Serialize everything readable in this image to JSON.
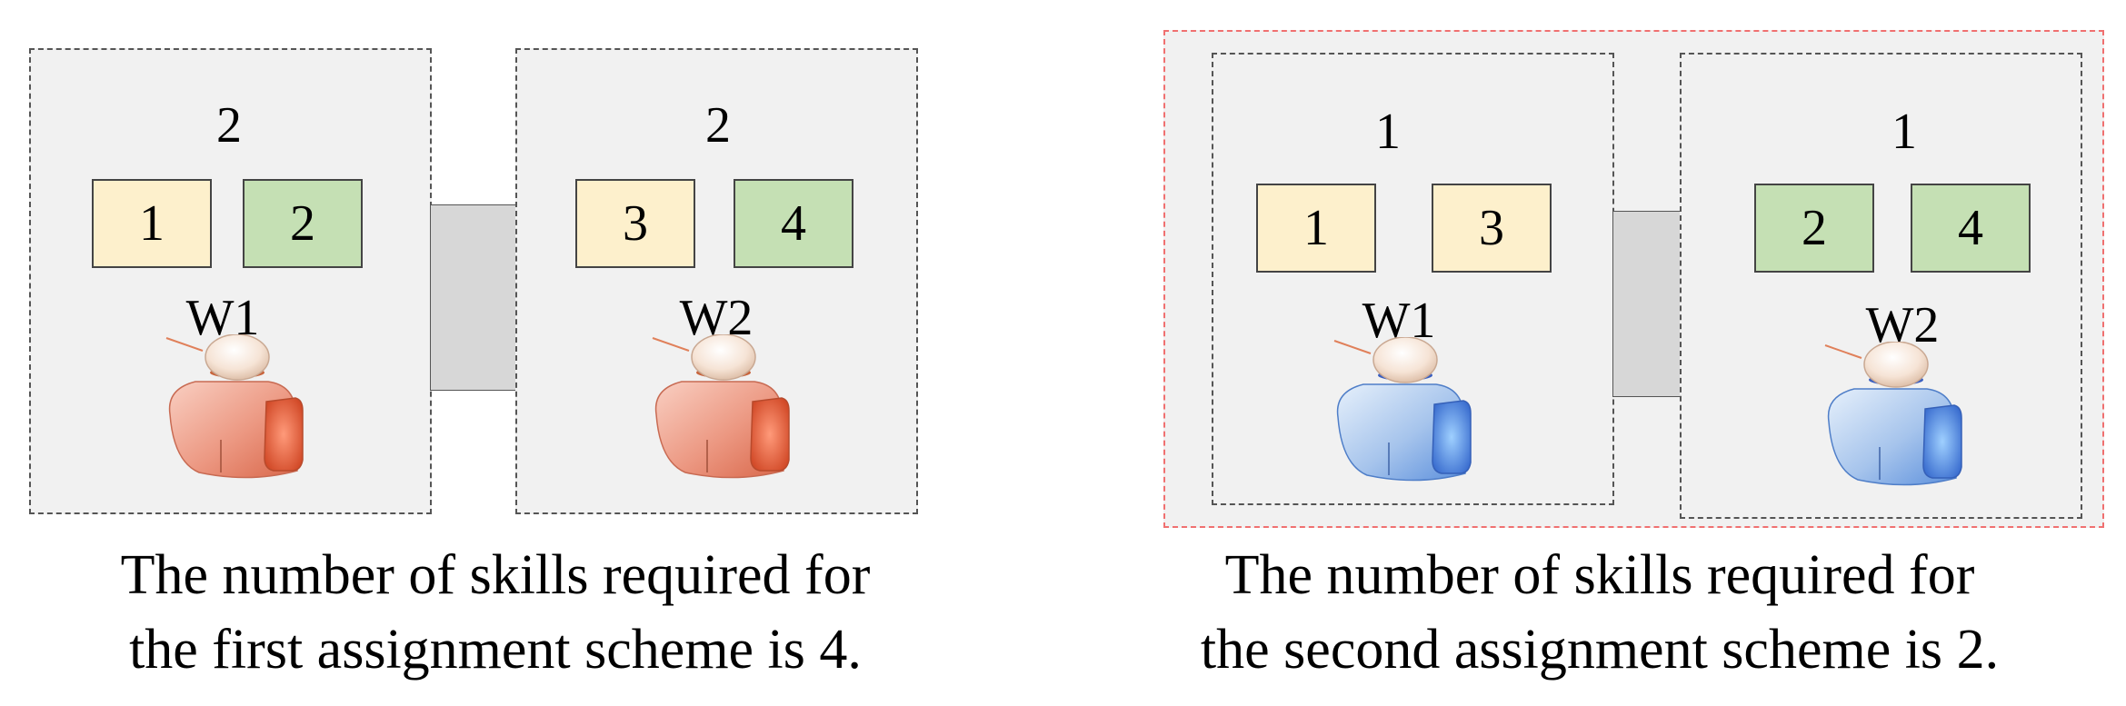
{
  "colors": {
    "skill_yellow": "#fdf0cc",
    "skill_green": "#c5e0b4",
    "worker_red": "#e07050",
    "worker_blue": "#5b8fdc",
    "highlight_border": "#f07070"
  },
  "scheme1": {
    "stations": [
      {
        "count": "2",
        "skills": [
          "1",
          "2"
        ],
        "worker": "W1"
      },
      {
        "count": "2",
        "skills": [
          "3",
          "4"
        ],
        "worker": "W2"
      }
    ],
    "caption_line1": "The number of skills required for",
    "caption_line2": "the first assignment scheme is 4."
  },
  "scheme2": {
    "stations": [
      {
        "count": "1",
        "skills": [
          "1",
          "3"
        ],
        "worker": "W1"
      },
      {
        "count": "1",
        "skills": [
          "2",
          "4"
        ],
        "worker": "W2"
      }
    ],
    "caption_line1": "The number of skills required for",
    "caption_line2": "the second assignment scheme is 2."
  }
}
